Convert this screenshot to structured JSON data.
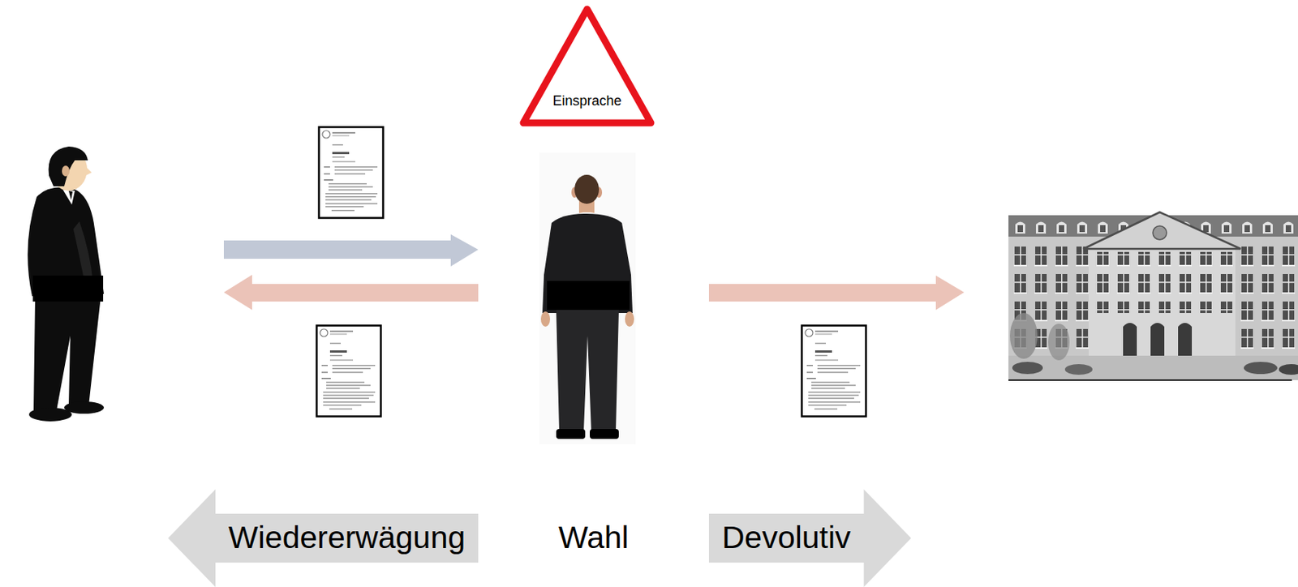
{
  "diagram": {
    "nodes": [
      {
        "text": [
          "Einsprache"
        ]
      },
      {
        "text": [
          "Wiedererwägung"
        ]
      },
      {
        "text": [
          "Devolutiv"
        ]
      }
    ],
    "labels": [
      "Wahl"
    ]
  }
}
